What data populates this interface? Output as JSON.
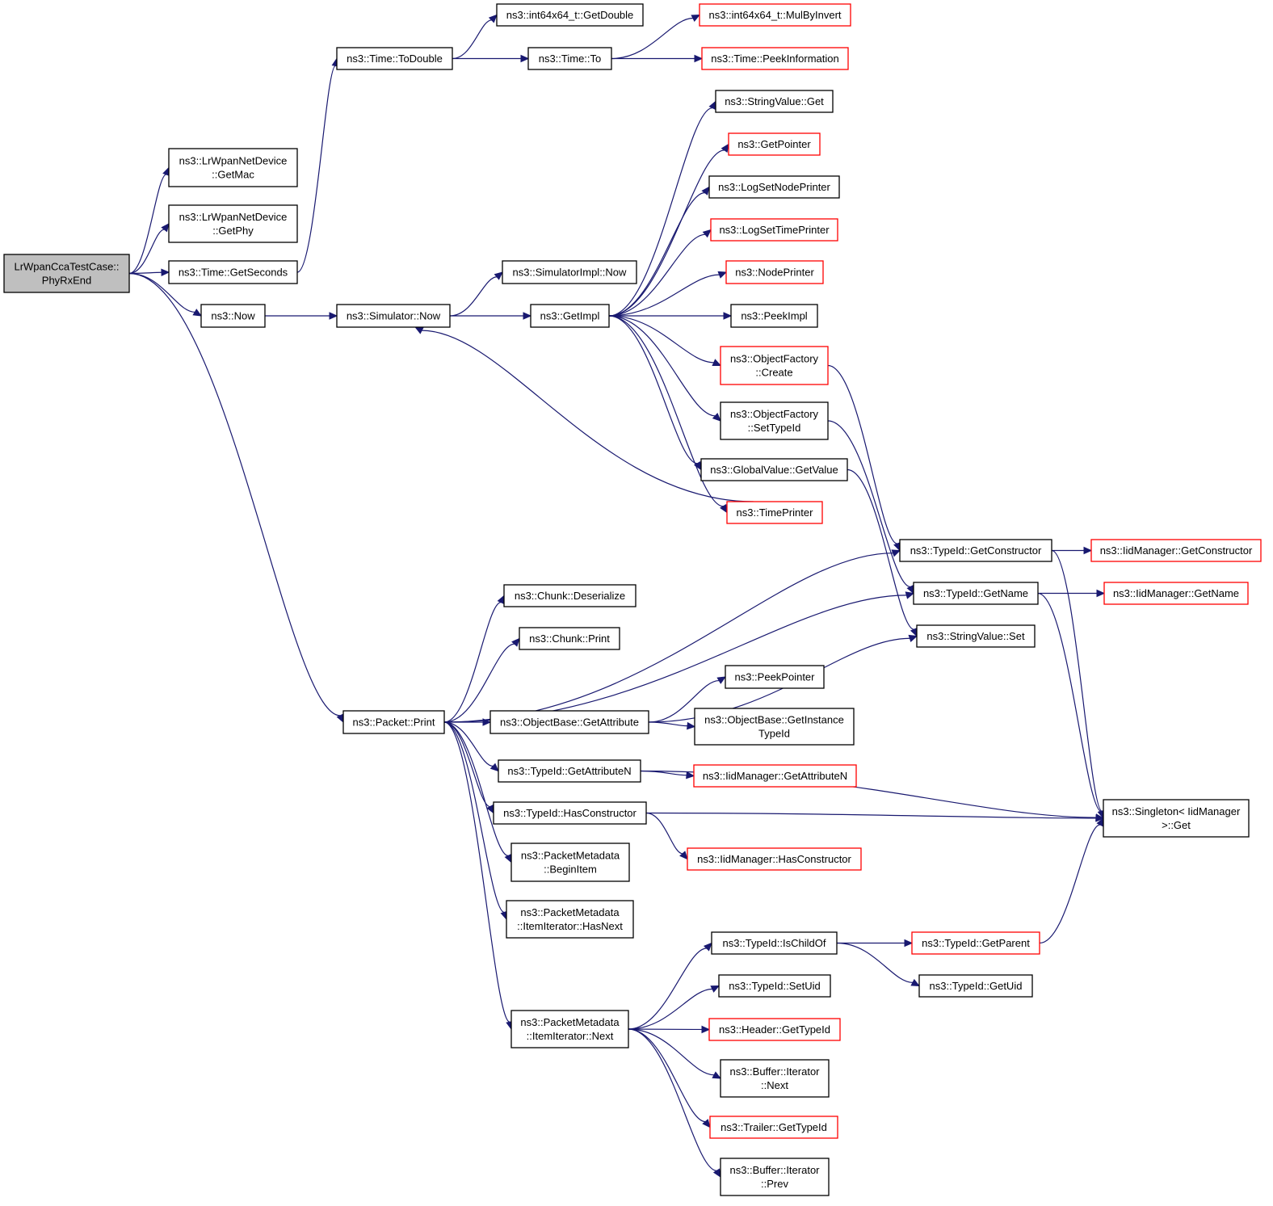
{
  "graph": {
    "nodes": [
      {
        "id": "root",
        "lines": [
          "LrWpanCcaTestCase::",
          "PhyRxEnd"
        ],
        "color": "root"
      },
      {
        "id": "getmac",
        "lines": [
          "ns3::LrWpanNetDevice",
          "::GetMac"
        ],
        "color": "black"
      },
      {
        "id": "getphy",
        "lines": [
          "ns3::LrWpanNetDevice",
          "::GetPhy"
        ],
        "color": "black"
      },
      {
        "id": "getseconds",
        "lines": [
          "ns3::Time::GetSeconds"
        ],
        "color": "black"
      },
      {
        "id": "now",
        "lines": [
          "ns3::Now"
        ],
        "color": "black"
      },
      {
        "id": "todouble",
        "lines": [
          "ns3::Time::ToDouble"
        ],
        "color": "black"
      },
      {
        "id": "int64getdouble",
        "lines": [
          "ns3::int64x64_t::GetDouble"
        ],
        "color": "black"
      },
      {
        "id": "timeto",
        "lines": [
          "ns3::Time::To"
        ],
        "color": "black"
      },
      {
        "id": "mulbyinvert",
        "lines": [
          "ns3::int64x64_t::MulByInvert"
        ],
        "color": "red"
      },
      {
        "id": "peekinformation",
        "lines": [
          "ns3::Time::PeekInformation"
        ],
        "color": "red"
      },
      {
        "id": "simulatornow",
        "lines": [
          "ns3::Simulator::Now"
        ],
        "color": "black"
      },
      {
        "id": "simimplnow",
        "lines": [
          "ns3::SimulatorImpl::Now"
        ],
        "color": "black"
      },
      {
        "id": "getimpl",
        "lines": [
          "ns3::GetImpl"
        ],
        "color": "black"
      },
      {
        "id": "stringvalueget",
        "lines": [
          "ns3::StringValue::Get"
        ],
        "color": "black"
      },
      {
        "id": "getpointer",
        "lines": [
          "ns3::GetPointer"
        ],
        "color": "red"
      },
      {
        "id": "logsetnodeprinter",
        "lines": [
          "ns3::LogSetNodePrinter"
        ],
        "color": "black"
      },
      {
        "id": "logsettimeprinter",
        "lines": [
          "ns3::LogSetTimePrinter"
        ],
        "color": "red"
      },
      {
        "id": "nodeprinter",
        "lines": [
          "ns3::NodePrinter"
        ],
        "color": "red"
      },
      {
        "id": "peekimpl",
        "lines": [
          "ns3::PeekImpl"
        ],
        "color": "black"
      },
      {
        "id": "ofcreate",
        "lines": [
          "ns3::ObjectFactory",
          "::Create"
        ],
        "color": "red"
      },
      {
        "id": "ofsettypeid",
        "lines": [
          "ns3::ObjectFactory",
          "::SetTypeId"
        ],
        "color": "black"
      },
      {
        "id": "globalvaluegetvalue",
        "lines": [
          "ns3::GlobalValue::GetValue"
        ],
        "color": "black"
      },
      {
        "id": "timeprinter",
        "lines": [
          "ns3::TimePrinter"
        ],
        "color": "red"
      },
      {
        "id": "typeidgetconstructor",
        "lines": [
          "ns3::TypeId::GetConstructor"
        ],
        "color": "black"
      },
      {
        "id": "iidgetconstructor",
        "lines": [
          "ns3::IidManager::GetConstructor"
        ],
        "color": "red"
      },
      {
        "id": "typeidgetname",
        "lines": [
          "ns3::TypeId::GetName"
        ],
        "color": "black"
      },
      {
        "id": "iidgetname",
        "lines": [
          "ns3::IidManager::GetName"
        ],
        "color": "red"
      },
      {
        "id": "stringvalueset",
        "lines": [
          "ns3::StringValue::Set"
        ],
        "color": "black"
      },
      {
        "id": "chunkdeserialize",
        "lines": [
          "ns3::Chunk::Deserialize"
        ],
        "color": "black"
      },
      {
        "id": "chunkprint",
        "lines": [
          "ns3::Chunk::Print"
        ],
        "color": "black"
      },
      {
        "id": "packetprint",
        "lines": [
          "ns3::Packet::Print"
        ],
        "color": "black"
      },
      {
        "id": "peekpointer",
        "lines": [
          "ns3::PeekPointer"
        ],
        "color": "black"
      },
      {
        "id": "obgetattribute",
        "lines": [
          "ns3::ObjectBase::GetAttribute"
        ],
        "color": "black"
      },
      {
        "id": "obgetinstancetypeid",
        "lines": [
          "ns3::ObjectBase::GetInstance",
          "TypeId"
        ],
        "color": "black"
      },
      {
        "id": "typeidgetattributen",
        "lines": [
          "ns3::TypeId::GetAttributeN"
        ],
        "color": "black"
      },
      {
        "id": "iidgetattributen",
        "lines": [
          "ns3::IidManager::GetAttributeN"
        ],
        "color": "red"
      },
      {
        "id": "singletonget",
        "lines": [
          "ns3::Singleton< IidManager",
          " >::Get"
        ],
        "color": "black"
      },
      {
        "id": "typeidhasconstructor",
        "lines": [
          "ns3::TypeId::HasConstructor"
        ],
        "color": "black"
      },
      {
        "id": "iidhasconstructor",
        "lines": [
          "ns3::IidManager::HasConstructor"
        ],
        "color": "red"
      },
      {
        "id": "pmbeginitem",
        "lines": [
          "ns3::PacketMetadata",
          "::BeginItem"
        ],
        "color": "black"
      },
      {
        "id": "pmhasnext",
        "lines": [
          "ns3::PacketMetadata",
          "::ItemIterator::HasNext"
        ],
        "color": "black"
      },
      {
        "id": "typeidischildof",
        "lines": [
          "ns3::TypeId::IsChildOf"
        ],
        "color": "black"
      },
      {
        "id": "typeidgetparent",
        "lines": [
          "ns3::TypeId::GetParent"
        ],
        "color": "red"
      },
      {
        "id": "typeidsetuid",
        "lines": [
          "ns3::TypeId::SetUid"
        ],
        "color": "black"
      },
      {
        "id": "typeidgetuid",
        "lines": [
          "ns3::TypeId::GetUid"
        ],
        "color": "black"
      },
      {
        "id": "pmnext",
        "lines": [
          "ns3::PacketMetadata",
          "::ItemIterator::Next"
        ],
        "color": "black"
      },
      {
        "id": "headergettypeid",
        "lines": [
          "ns3::Header::GetTypeId"
        ],
        "color": "red"
      },
      {
        "id": "bufferitnext",
        "lines": [
          "ns3::Buffer::Iterator",
          "::Next"
        ],
        "color": "black"
      },
      {
        "id": "trailergettypeid",
        "lines": [
          "ns3::Trailer::GetTypeId"
        ],
        "color": "red"
      },
      {
        "id": "bufferitprev",
        "lines": [
          "ns3::Buffer::Iterator",
          "::Prev"
        ],
        "color": "black"
      }
    ],
    "edges": [
      [
        "root",
        "getmac"
      ],
      [
        "root",
        "getphy"
      ],
      [
        "root",
        "getseconds"
      ],
      [
        "root",
        "now"
      ],
      [
        "root",
        "packetprint"
      ],
      [
        "getseconds",
        "todouble"
      ],
      [
        "todouble",
        "int64getdouble"
      ],
      [
        "todouble",
        "timeto"
      ],
      [
        "timeto",
        "mulbyinvert"
      ],
      [
        "timeto",
        "peekinformation"
      ],
      [
        "now",
        "simulatornow"
      ],
      [
        "simulatornow",
        "simimplnow"
      ],
      [
        "simulatornow",
        "getimpl"
      ],
      [
        "getimpl",
        "stringvalueget"
      ],
      [
        "getimpl",
        "getpointer"
      ],
      [
        "getimpl",
        "logsetnodeprinter"
      ],
      [
        "getimpl",
        "logsettimeprinter"
      ],
      [
        "getimpl",
        "nodeprinter"
      ],
      [
        "getimpl",
        "peekimpl"
      ],
      [
        "getimpl",
        "ofcreate"
      ],
      [
        "getimpl",
        "ofsettypeid"
      ],
      [
        "getimpl",
        "globalvaluegetvalue"
      ],
      [
        "getimpl",
        "timeprinter"
      ],
      [
        "timeprinter",
        "simulatornow"
      ],
      [
        "ofcreate",
        "typeidgetconstructor"
      ],
      [
        "ofsettypeid",
        "typeidgetname"
      ],
      [
        "globalvaluegetvalue",
        "stringvalueset"
      ],
      [
        "typeidgetconstructor",
        "iidgetconstructor"
      ],
      [
        "typeidgetconstructor",
        "singletonget"
      ],
      [
        "typeidgetname",
        "iidgetname"
      ],
      [
        "typeidgetname",
        "singletonget"
      ],
      [
        "packetprint",
        "typeidgetconstructor"
      ],
      [
        "packetprint",
        "chunkdeserialize"
      ],
      [
        "packetprint",
        "chunkprint"
      ],
      [
        "packetprint",
        "typeidgetname"
      ],
      [
        "packetprint",
        "obgetattribute"
      ],
      [
        "packetprint",
        "typeidgetattributen"
      ],
      [
        "packetprint",
        "typeidhasconstructor"
      ],
      [
        "packetprint",
        "pmbeginitem"
      ],
      [
        "packetprint",
        "pmhasnext"
      ],
      [
        "packetprint",
        "pmnext"
      ],
      [
        "obgetattribute",
        "stringvalueset"
      ],
      [
        "obgetattribute",
        "peekpointer"
      ],
      [
        "obgetattribute",
        "obgetinstancetypeid"
      ],
      [
        "typeidgetattributen",
        "iidgetattributen"
      ],
      [
        "typeidgetattributen",
        "singletonget"
      ],
      [
        "typeidhasconstructor",
        "iidhasconstructor"
      ],
      [
        "typeidhasconstructor",
        "singletonget"
      ],
      [
        "pmnext",
        "typeidischildof"
      ],
      [
        "pmnext",
        "typeidsetuid"
      ],
      [
        "pmnext",
        "headergettypeid"
      ],
      [
        "pmnext",
        "bufferitnext"
      ],
      [
        "pmnext",
        "trailergettypeid"
      ],
      [
        "pmnext",
        "bufferitprev"
      ],
      [
        "typeidischildof",
        "typeidgetparent"
      ],
      [
        "typeidischildof",
        "typeidgetuid"
      ],
      [
        "typeidgetparent",
        "singletonget"
      ]
    ],
    "colors": {
      "edge": "#191970",
      "truncated_border": "#ff0000",
      "normal_border": "#000000",
      "root_fill": "#bfbfbf"
    }
  }
}
